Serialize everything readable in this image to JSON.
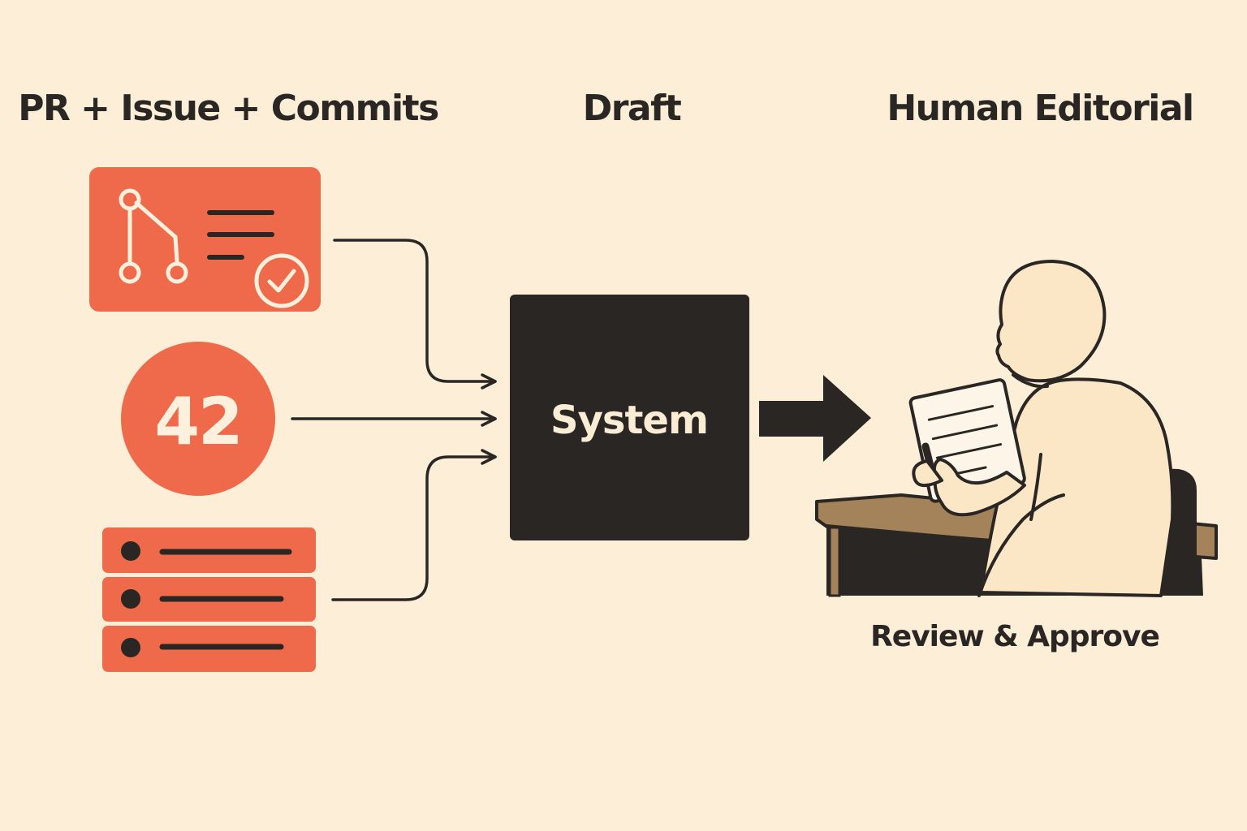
{
  "headers": {
    "inputs": "PR + Issue + Commits",
    "draft": "Draft",
    "editorial": "Human Editorial"
  },
  "issue_card": {
    "number": "42"
  },
  "system_box": {
    "label": "System"
  },
  "editorial": {
    "caption": "Review & Approve"
  },
  "colors": {
    "background": "#fceed7",
    "accent": "#ef6a4b",
    "dark": "#2a2623",
    "skin": "#fbe6c6",
    "desk": "#a4825a"
  },
  "icons": {
    "pr_card": "git-branch-icon",
    "pr_check": "check-circle-icon",
    "commits": "commit-list-icon",
    "person": "person-reading-icon"
  }
}
